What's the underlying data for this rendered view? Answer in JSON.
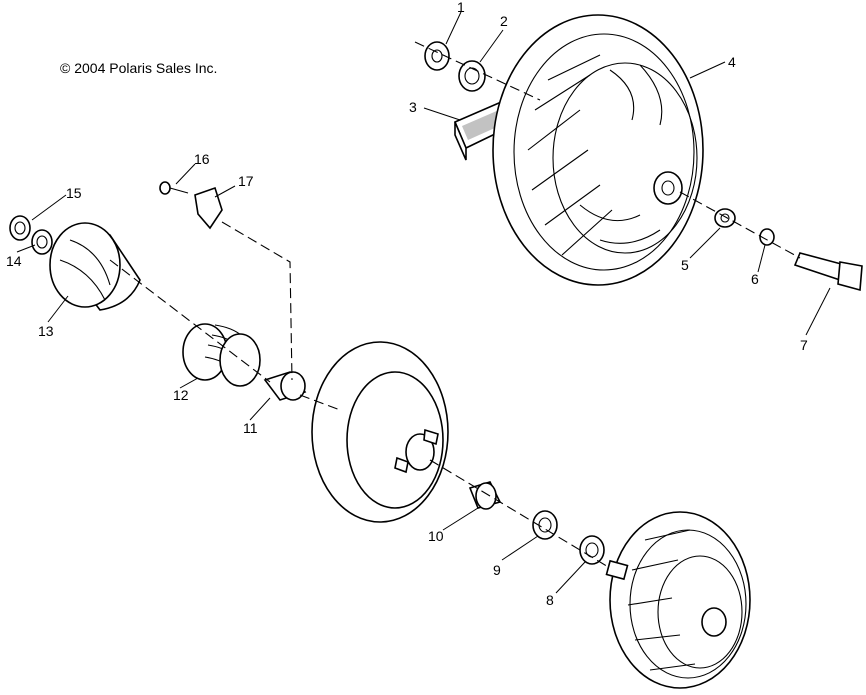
{
  "copyright": "© 2004 Polaris Sales Inc.",
  "callouts": [
    {
      "n": "1"
    },
    {
      "n": "2"
    },
    {
      "n": "3"
    },
    {
      "n": "4"
    },
    {
      "n": "5"
    },
    {
      "n": "6"
    },
    {
      "n": "7"
    },
    {
      "n": "8"
    },
    {
      "n": "9"
    },
    {
      "n": "10"
    },
    {
      "n": "11"
    },
    {
      "n": "12"
    },
    {
      "n": "13"
    },
    {
      "n": "14"
    },
    {
      "n": "15"
    },
    {
      "n": "16"
    },
    {
      "n": "17"
    }
  ]
}
